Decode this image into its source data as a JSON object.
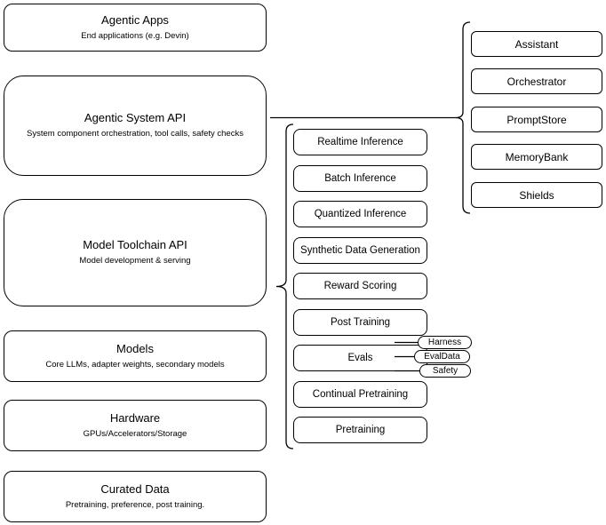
{
  "diagram": {
    "left_stack": [
      {
        "id": "agentic-apps",
        "title": "Agentic Apps",
        "subtitle": "End applications (e.g. Devin)"
      },
      {
        "id": "agentic-system-api",
        "title": "Agentic System API",
        "subtitle": "System component orchestration, tool calls, safety checks"
      },
      {
        "id": "model-toolchain-api",
        "title": "Model Toolchain API",
        "subtitle": "Model development & serving"
      },
      {
        "id": "models",
        "title": "Models",
        "subtitle": "Core LLMs, adapter weights, secondary models"
      },
      {
        "id": "hardware",
        "title": "Hardware",
        "subtitle": "GPUs/Accelerators/Storage"
      },
      {
        "id": "curated-data",
        "title": "Curated Data",
        "subtitle": "Pretraining, preference, post training."
      }
    ],
    "toolchain_items": [
      "Realtime Inference",
      "Batch Inference",
      "Quantized Inference",
      "Synthetic Data Generation",
      "Reward Scoring",
      "Post Training",
      "Evals",
      "Continual Pretraining",
      "Pretraining"
    ],
    "evals_pills": [
      "Harness",
      "EvalData",
      "Safety"
    ],
    "system_components": [
      "Assistant",
      "Orchestrator",
      "PromptStore",
      "MemoryBank",
      "Shields"
    ],
    "colors": {
      "stroke": "#000000",
      "fill": "#ffffff",
      "background": "#ffffff",
      "text": "#000000"
    }
  }
}
